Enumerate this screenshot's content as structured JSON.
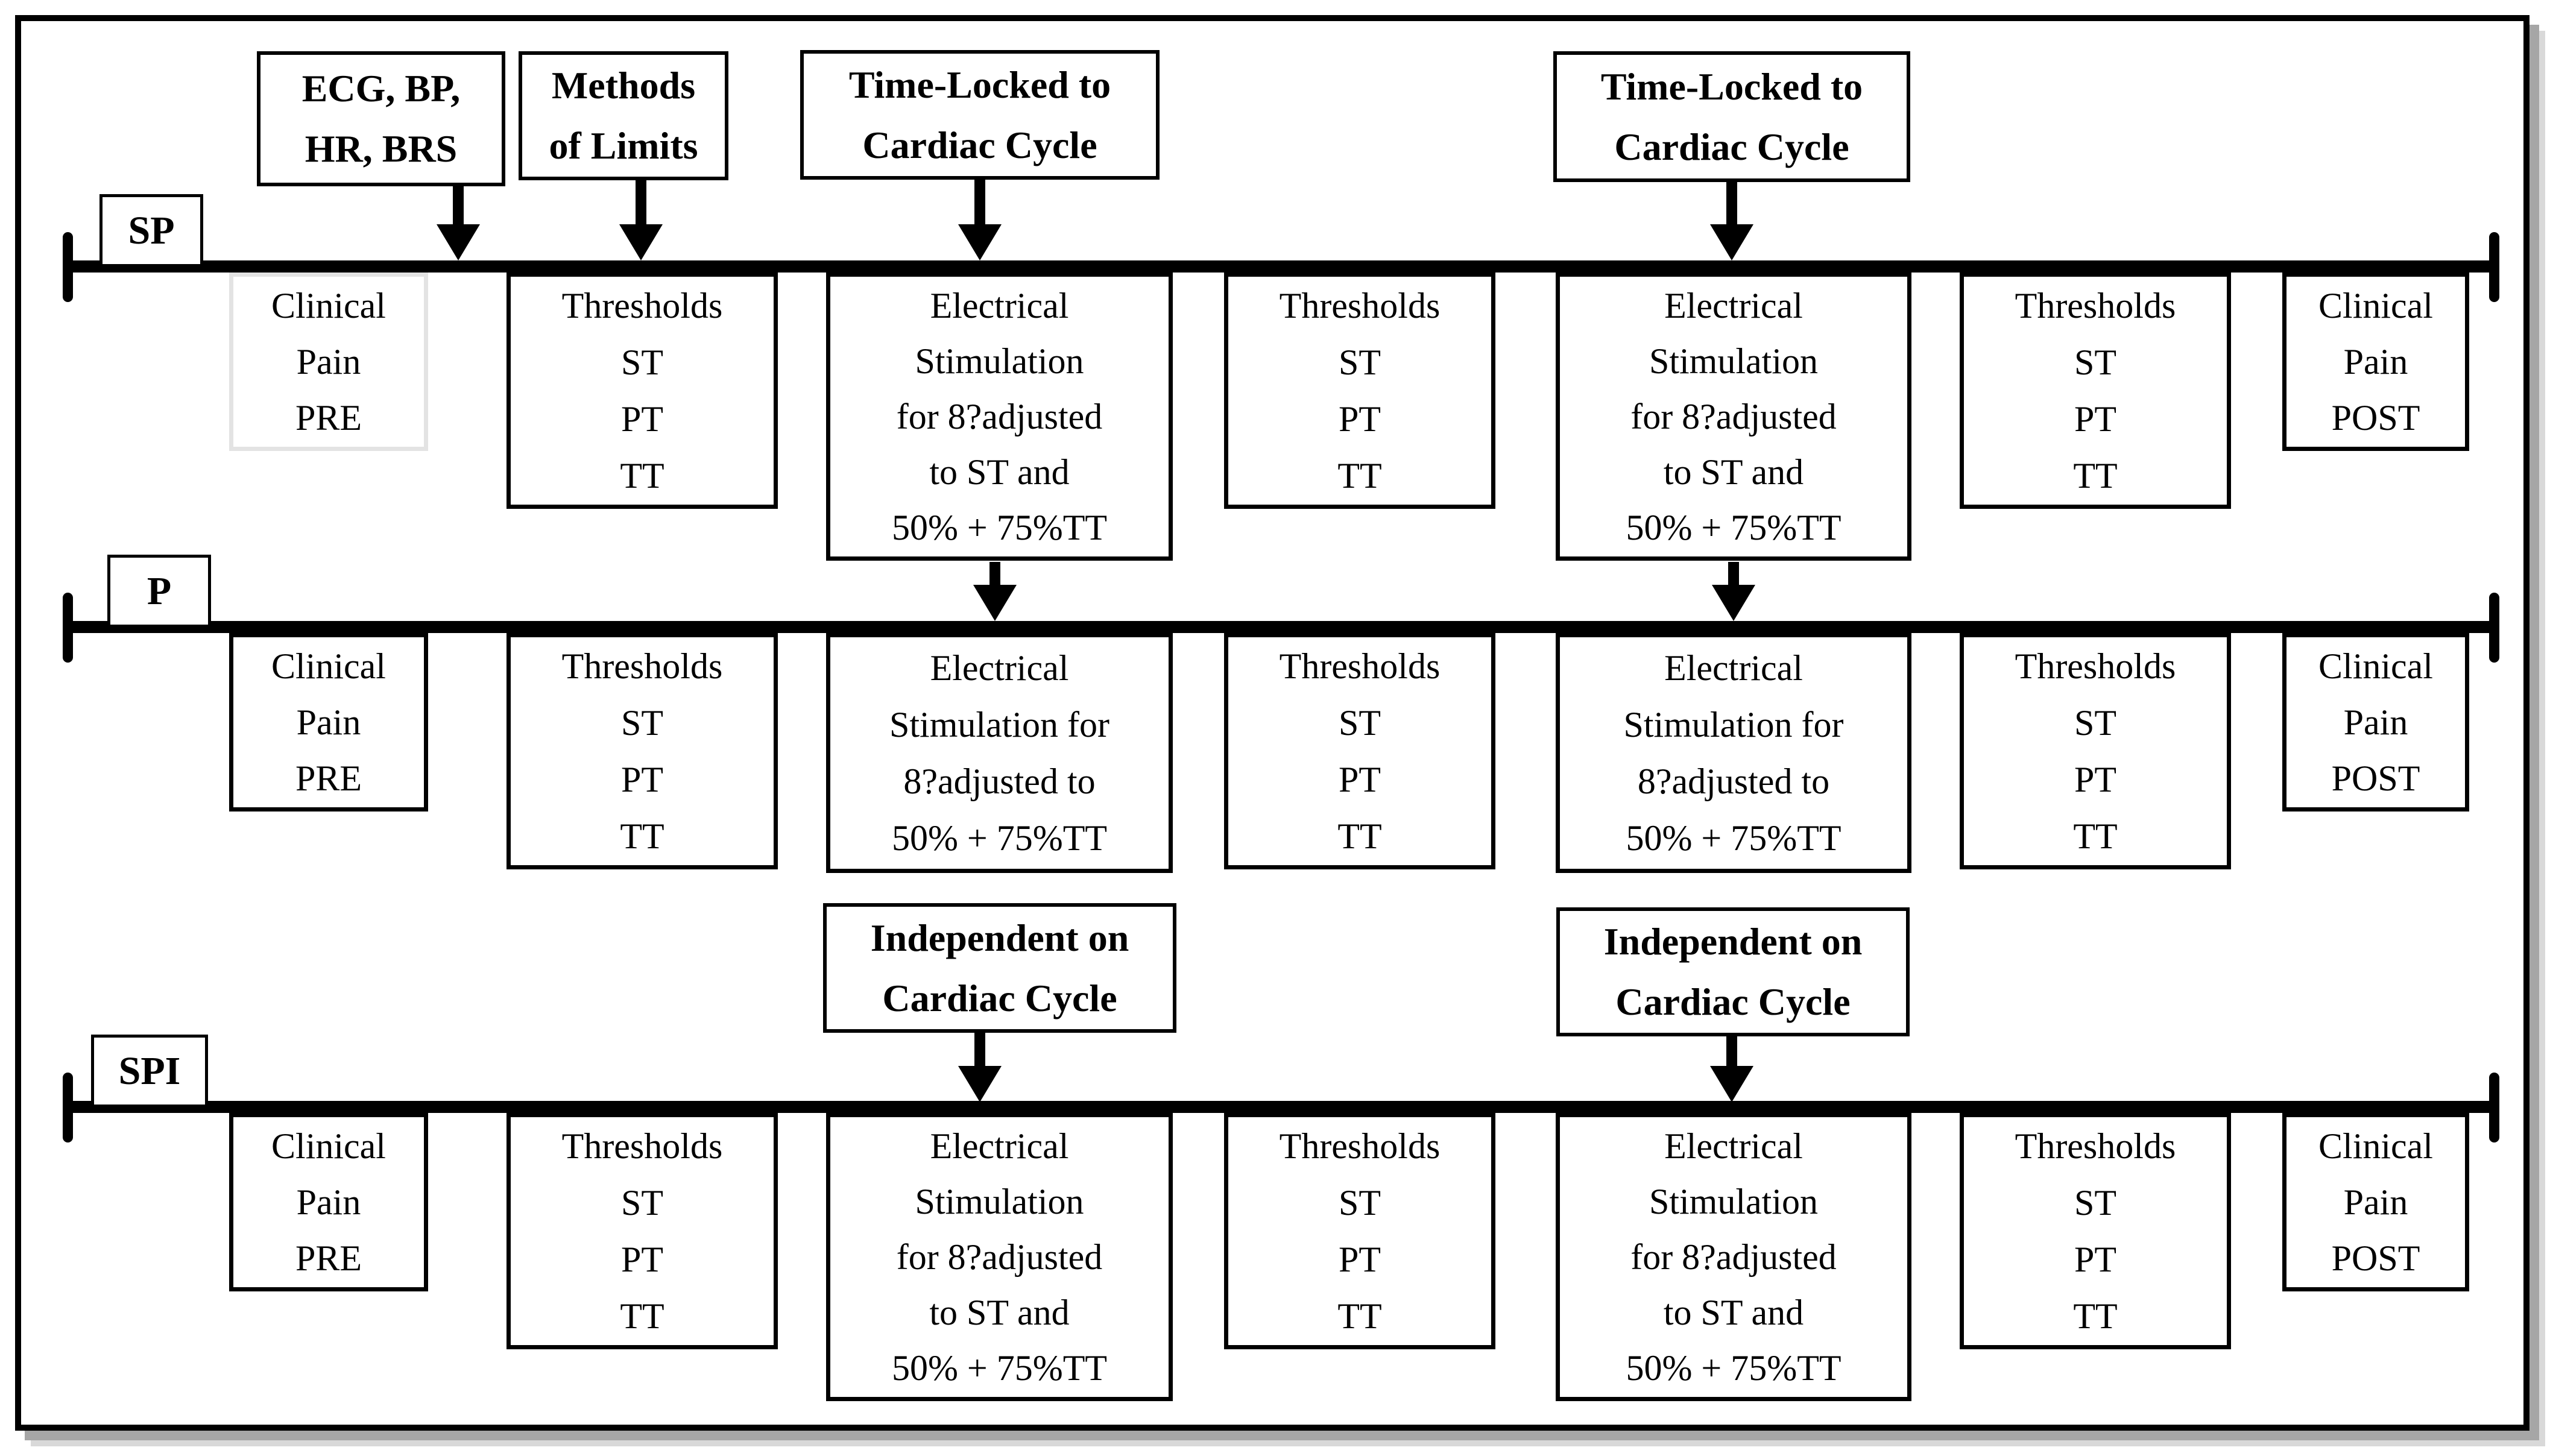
{
  "colors": {
    "ink": "#000000",
    "background": "#ffffff",
    "pre_sp_box_border": "#e3e3e3",
    "frame_shadow": "#a6a6a6"
  },
  "timelines": [
    {
      "label": "SP",
      "annotations": [
        "ECG, BP,\nHR, BRS",
        "Methods\nof Limits",
        "Time-Locked to\nCardiac Cycle",
        "Time-Locked to\nCardiac Cycle"
      ],
      "boxes": [
        "Clinical\nPain\nPRE",
        "Thresholds\nST\nPT\nTT",
        "Electrical\nStimulation\nfor 8?adjusted\nto ST and\n50% + 75%TT",
        "Thresholds\nST\nPT\nTT",
        "Electrical\nStimulation\nfor 8?adjusted\nto ST and\n50% + 75%TT",
        "Thresholds\nST\nPT\nTT",
        "Clinical\nPain\nPOST"
      ]
    },
    {
      "label": "P",
      "annotations": [],
      "boxes": [
        "Clinical\nPain\nPRE",
        "Thresholds\nST\nPT\nTT",
        "Electrical\nStimulation for\n8?adjusted to\n50% + 75%TT",
        "Thresholds\nST\nPT\nTT",
        "Electrical\nStimulation for\n8?adjusted to\n50% + 75%TT",
        "Thresholds\nST\nPT\nTT",
        "Clinical\nPain\nPOST"
      ]
    },
    {
      "label": "SPI",
      "annotations": [
        "Independent on\nCardiac Cycle",
        "Independent on\nCardiac Cycle"
      ],
      "boxes": [
        "Clinical\nPain\nPRE",
        "Thresholds\nST\nPT\nTT",
        "Electrical\nStimulation\nfor 8?adjusted\nto ST and\n50% + 75%TT",
        "Thresholds\nST\nPT\nTT",
        "Electrical\nStimulation\nfor 8?adjusted\nto ST and\n50% + 75%TT",
        "Thresholds\nST\nPT\nTT",
        "Clinical\nPain\nPOST"
      ]
    }
  ]
}
